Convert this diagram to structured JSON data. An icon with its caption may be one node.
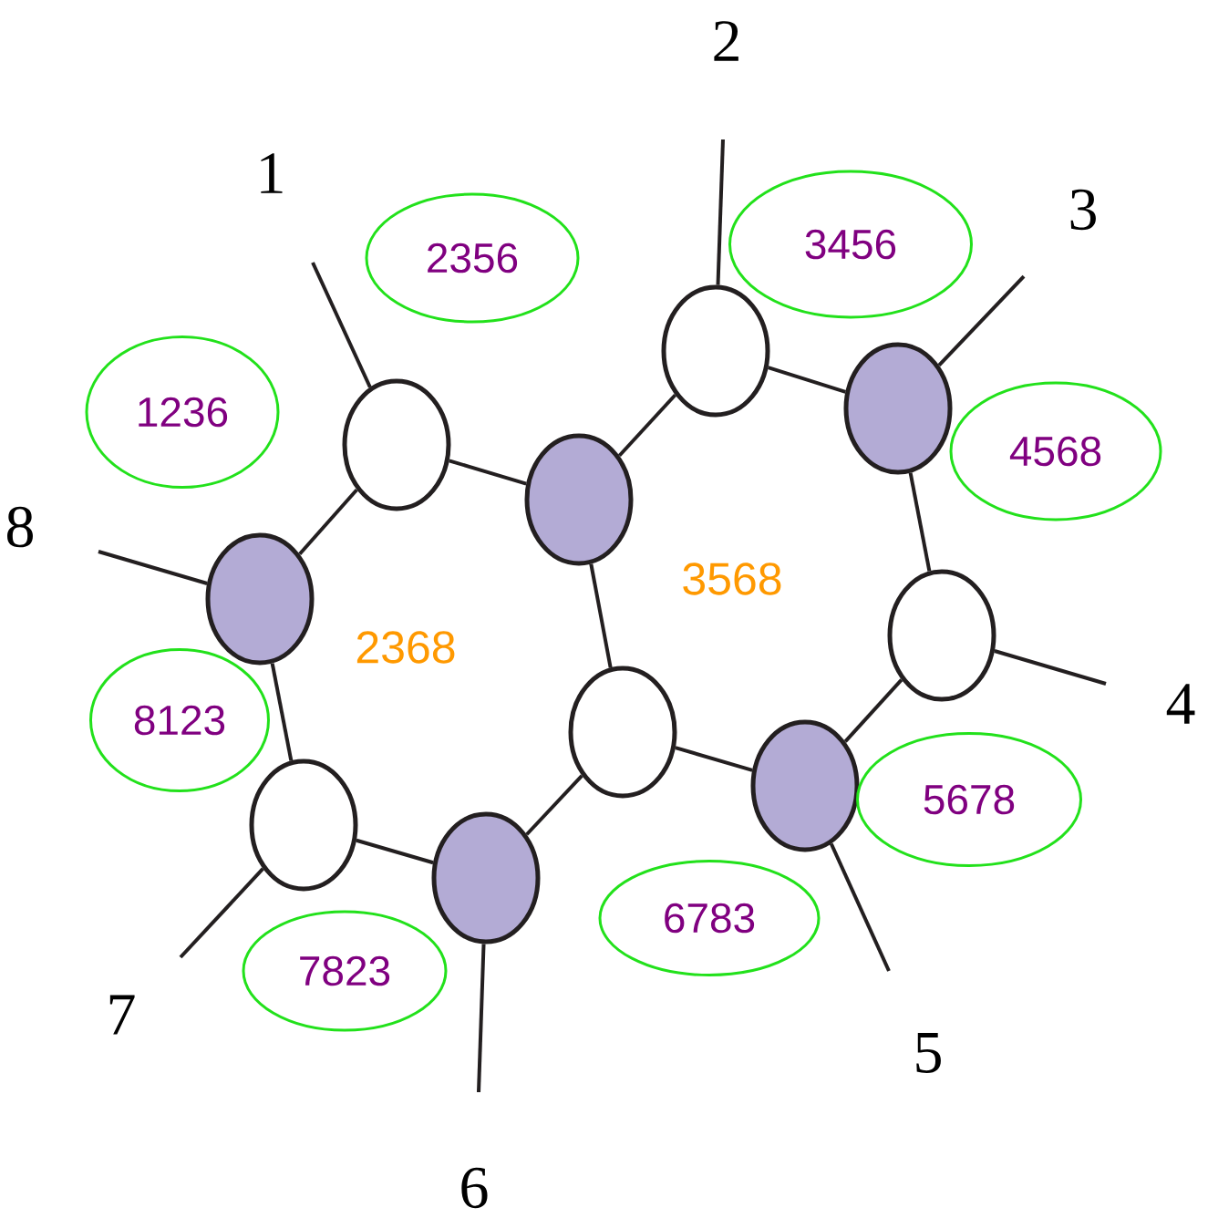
{
  "diagram": {
    "nodes": [
      {
        "text": [],
        "shape": "circle"
      },
      {
        "text": [],
        "shape": "circle"
      },
      {
        "text": [],
        "shape": "circle"
      },
      {
        "text": [],
        "shape": "circle"
      },
      {
        "text": [],
        "shape": "circle"
      },
      {
        "text": [],
        "shape": "circle"
      },
      {
        "text": [],
        "shape": "circle"
      },
      {
        "text": [],
        "shape": "circle"
      },
      {
        "text": [],
        "shape": "circle"
      },
      {
        "text": [],
        "shape": "circle"
      },
      {
        "text": [
          "2356"
        ]
      },
      {
        "text": [
          "3456"
        ]
      },
      {
        "text": [
          "1236"
        ]
      },
      {
        "text": [
          "4568"
        ]
      },
      {
        "text": [
          "8123"
        ]
      },
      {
        "text": [
          "5678"
        ]
      },
      {
        "text": [
          "6783"
        ]
      },
      {
        "text": [
          "7823"
        ]
      }
    ],
    "edges": [
      {
        "from": 0,
        "to": 1,
        "arrow": "none"
      },
      {
        "from": 1,
        "to": 2,
        "arrow": "none"
      },
      {
        "from": 2,
        "to": 3,
        "arrow": "none"
      },
      {
        "from": 3,
        "to": 4,
        "arrow": "none"
      },
      {
        "from": 4,
        "to": 5,
        "arrow": "none"
      },
      {
        "from": 5,
        "to": 6,
        "arrow": "none"
      },
      {
        "from": 6,
        "to": 1,
        "arrow": "none"
      },
      {
        "from": 6,
        "to": 7,
        "arrow": "none"
      },
      {
        "from": 7,
        "to": 8,
        "arrow": "none"
      },
      {
        "from": 8,
        "to": 9,
        "arrow": "none"
      },
      {
        "from": 9,
        "to": 0,
        "arrow": "none"
      },
      {
        "from": null,
        "to": 0,
        "arrow": "none"
      },
      {
        "from": null,
        "to": 2,
        "arrow": "none"
      },
      {
        "from": null,
        "to": 3,
        "arrow": "none"
      },
      {
        "from": null,
        "to": 4,
        "arrow": "none"
      },
      {
        "from": null,
        "to": 5,
        "arrow": "none"
      },
      {
        "from": null,
        "to": 7,
        "arrow": "none"
      },
      {
        "from": null,
        "to": 8,
        "arrow": "none"
      },
      {
        "from": null,
        "to": 9,
        "arrow": "none"
      }
    ],
    "labels": [
      "2",
      "1",
      "3",
      "8",
      "3568",
      "2368",
      "4",
      "7",
      "5",
      "6"
    ]
  }
}
